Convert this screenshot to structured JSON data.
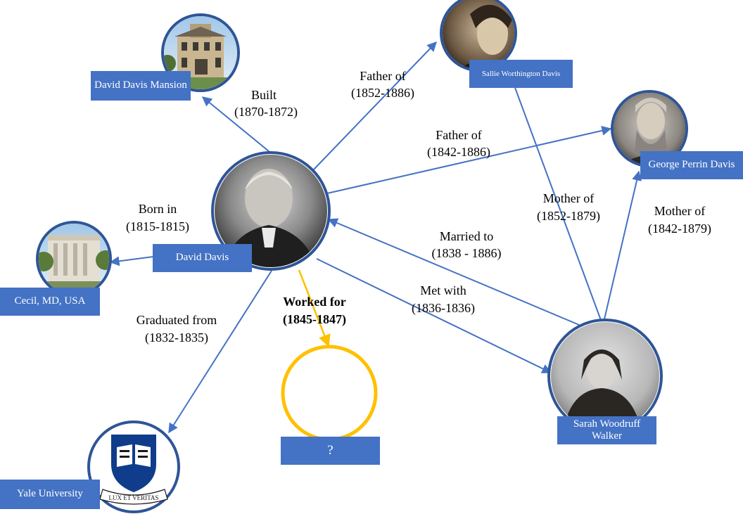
{
  "nodes": {
    "david_davis": {
      "label": "David Davis"
    },
    "mansion": {
      "label": "David Davis Mansion"
    },
    "sallie": {
      "label": "Sallie Worthington Davis"
    },
    "george": {
      "label": "George Perrin Davis"
    },
    "cecil": {
      "label": "Cecil, MD, USA"
    },
    "yale": {
      "label": "Yale University",
      "motto": "LUX ET VERITAS"
    },
    "unknown": {
      "label": "?"
    },
    "sarah": {
      "label": "Sarah Woodruff Walker"
    }
  },
  "edges": {
    "built": {
      "relation": "Built",
      "dates": "(1870-1872)"
    },
    "father_sallie": {
      "relation": "Father of",
      "dates": "(1852-1886)"
    },
    "father_george": {
      "relation": "Father of",
      "dates": "(1842-1886)"
    },
    "born_in": {
      "relation": "Born in",
      "dates": "(1815-1815)"
    },
    "mother_sallie": {
      "relation": "Mother of",
      "dates": "(1852-1879)"
    },
    "mother_george": {
      "relation": "Mother of",
      "dates": "(1842-1879)"
    },
    "married": {
      "relation": "Married to",
      "dates": "(1838 - 1886)"
    },
    "met_with": {
      "relation": "Met with",
      "dates": "(1836-1836)"
    },
    "graduated": {
      "relation": "Graduated from",
      "dates": "(1832-1835)"
    },
    "worked_for": {
      "relation": "Worked for",
      "dates": "(1845-1847)"
    }
  },
  "colors": {
    "edge": "#4472c4",
    "ring": "#2f5597",
    "label_box": "#4472c4",
    "unknown_highlight": "#ffc000"
  }
}
